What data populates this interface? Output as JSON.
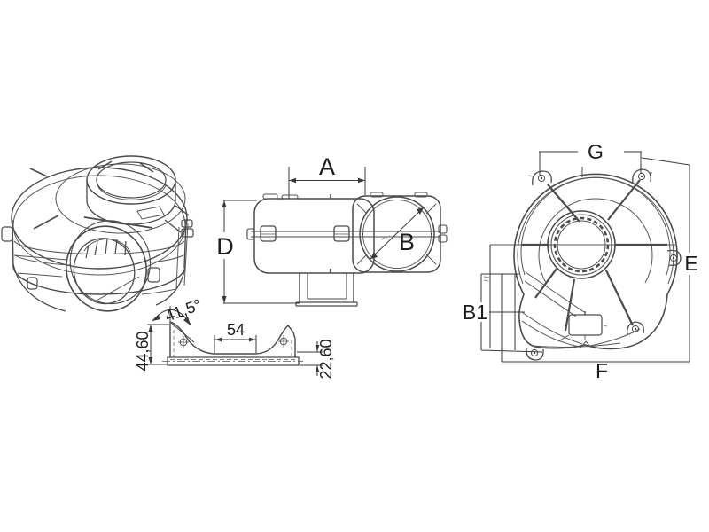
{
  "background": "#ffffff",
  "ink": "#4a4a4a",
  "labels": {
    "side": {
      "a": "A",
      "b": "B",
      "d": "D"
    },
    "bracket": {
      "angle": "41,5°",
      "flat_width": "54",
      "total_height": "44,60",
      "base_height": "22,60"
    },
    "front": {
      "top_width": "G",
      "height": "E",
      "center_height": "B1",
      "bottom_width": "F"
    }
  }
}
